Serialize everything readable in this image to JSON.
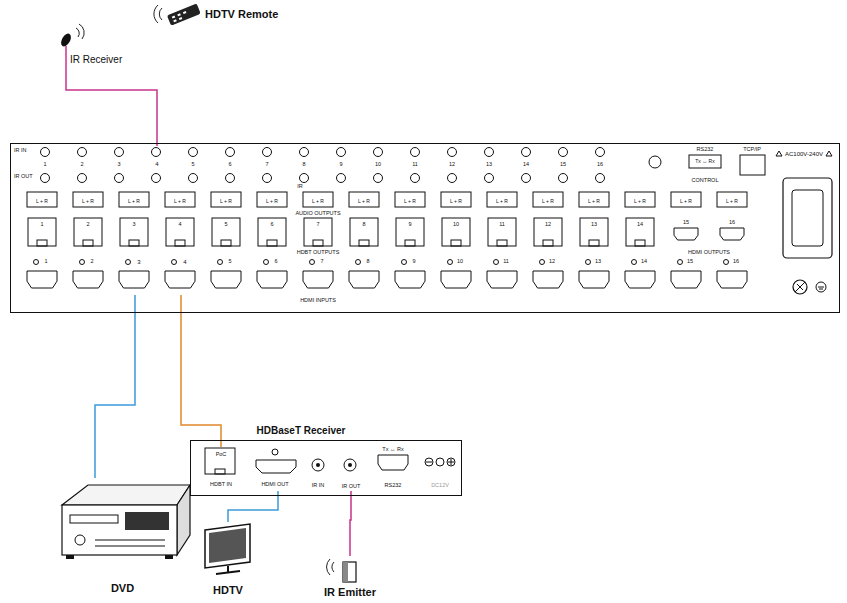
{
  "diagram": {
    "nodes": [
      {
        "text": [
          "IR Receiver"
        ]
      },
      {
        "text": [
          "AC100V-240V"
        ]
      },
      {
        "text": [
          "4"
        ],
        "in": 1
      },
      {
        "text": [
          "4"
        ],
        "in": 1
      },
      {
        "text": [
          "3"
        ],
        "in": 1
      },
      {
        "text": [
          "DVD"
        ]
      },
      {
        "text": [
          "HDBaseT Receiver"
        ]
      },
      {
        "text": [
          "PoC",
          "HDBT IN"
        ],
        "in": 6
      },
      {
        "text": [
          "HDMI OUT"
        ],
        "in": 6
      },
      {
        "text": [
          "IR OUT"
        ],
        "in": 6
      },
      {
        "text": [
          "HDTV"
        ]
      },
      {
        "text": [
          "IR Emitter"
        ]
      }
    ],
    "edges": [
      {
        "from": 0,
        "to": 2,
        "arrow": "none"
      },
      {
        "from": 5,
        "to": 4,
        "arrow": "none"
      },
      {
        "from": 3,
        "to": 7,
        "arrow": "none"
      },
      {
        "from": 8,
        "to": 10,
        "arrow": "none"
      },
      {
        "from": 9,
        "to": 11,
        "arrow": "none"
      }
    ],
    "labels": [
      "HDTV Remote",
      "IR IN",
      "IR OUT",
      "1",
      "2",
      "3",
      "5",
      "6",
      "7",
      "8",
      "9",
      "10",
      "11",
      "12",
      "13",
      "14",
      "15",
      "16",
      "IR",
      "L + R",
      "L + R",
      "L + R",
      "L + R",
      "L + R",
      "L + R",
      "L + R",
      "L + R",
      "L + R",
      "L + R",
      "L + R",
      "L + R",
      "L + R",
      "L + R",
      "L + R",
      "L + R",
      "AUDIO OUTPUTS",
      "1",
      "2",
      "3",
      "4",
      "5",
      "6",
      "7",
      "8",
      "9",
      "10",
      "11",
      "12",
      "13",
      "14",
      "15",
      "16",
      "HDBT OUTPUTS",
      "HDMI OUTPUTS",
      "1",
      "2",
      "5",
      "6",
      "7",
      "8",
      "9",
      "10",
      "11",
      "12",
      "13",
      "14",
      "15",
      "16",
      "HDMI INPUTS",
      "RS232",
      "Tx ↔ Rx",
      "TCP/IP",
      "CONTROL",
      "IR IN",
      "RS232",
      "Tx ↔ Rx",
      "DC12V"
    ]
  }
}
